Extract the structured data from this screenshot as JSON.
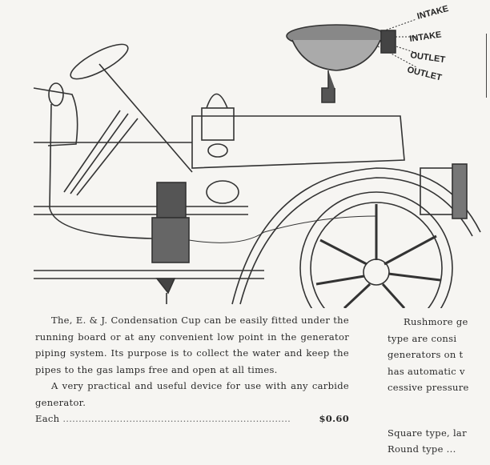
{
  "illustration": {
    "labels": [
      "INTAKE",
      "INTAKE",
      "OUTLET",
      "OUTLET"
    ]
  },
  "left_column": {
    "paragraphs": [
      "The, E. & J. Condensation Cup can be easily fitted under the running board or at any convenient low point in the generator piping system. Its purpose is to collect the water and keep the pipes to the gas lamps free and open at all times.",
      "A very practical and useful device for use with any carbide generator."
    ],
    "price_label": "Each",
    "price_value": "$0.60"
  },
  "right_column": {
    "lines": [
      "Rushmore ge",
      "type are consi",
      "generators on t",
      "has automatic v",
      "cessive pressure"
    ],
    "items": [
      "Square type, lar",
      "Round type ..."
    ]
  }
}
